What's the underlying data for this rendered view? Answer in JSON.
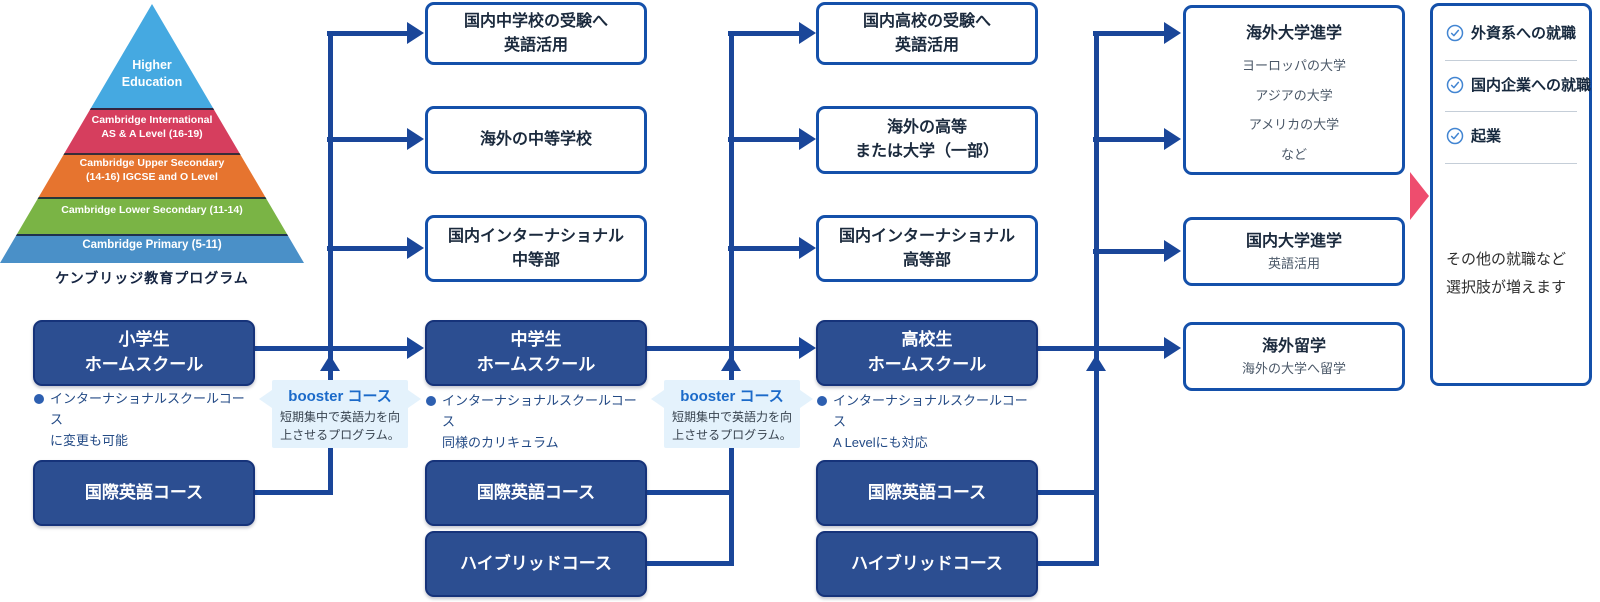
{
  "pyramid": {
    "caption": "ケンブリッジ教育プログラム",
    "levels": [
      {
        "line1": "Higher",
        "line2": "Education",
        "color": "#45a9e1"
      },
      {
        "line1": "Cambridge International",
        "line2": "AS & A Level (16-19)",
        "color": "#d63e5e"
      },
      {
        "line1": "Cambridge Upper Secondary",
        "line2": "(14-16) IGCSE and O Level",
        "color": "#e6742f"
      },
      {
        "line1": "Cambridge Lower Secondary (11-14)",
        "line2": "",
        "color": "#7ab445"
      },
      {
        "line1": "Cambridge Primary (5-11)",
        "line2": "",
        "color": "#4a90c8"
      }
    ]
  },
  "stage1": {
    "homeschool": {
      "line1": "小学生",
      "line2": "ホームスクール"
    },
    "note": {
      "line1": "インターナショナルスクールコース",
      "line2": "に変更も可能"
    },
    "course_intl": "国際英語コース"
  },
  "stage2": {
    "outcomes": [
      {
        "line1": "国内中学校の受験へ",
        "line2": "英語活用"
      },
      {
        "line1": "海外の中等学校",
        "line2": ""
      },
      {
        "line1": "国内インターナショナル",
        "line2": "中等部"
      }
    ],
    "homeschool": {
      "line1": "中学生",
      "line2": "ホームスクール"
    },
    "note": {
      "line1": "インターナショナルスクールコース",
      "line2": "同様のカリキュラム"
    },
    "course_intl": "国際英語コース",
    "course_hybrid": "ハイブリッドコース"
  },
  "stage3": {
    "outcomes": [
      {
        "line1": "国内高校の受験へ",
        "line2": "英語活用"
      },
      {
        "line1": "海外の高等",
        "line2": "または大学（一部）"
      },
      {
        "line1": "国内インターナショナル",
        "line2": "高等部"
      }
    ],
    "homeschool": {
      "line1": "高校生",
      "line2": "ホームスクール"
    },
    "note": {
      "line1": "インターナショナルスクールコース",
      "line2": "A Levelにも対応"
    },
    "course_intl": "国際英語コース",
    "course_hybrid": "ハイブリッドコース"
  },
  "final_outcomes": {
    "abroad_univ": {
      "title": "海外大学進学",
      "items": [
        "ヨーロッパの大学",
        "アジアの大学",
        "アメリカの大学",
        "など"
      ]
    },
    "domestic_univ": {
      "title": "国内大学進学",
      "sub": "英語活用"
    },
    "study_abroad": {
      "title": "海外留学",
      "sub": "海外の大学へ留学"
    }
  },
  "booster": {
    "title": "booster コース",
    "body_line1": "短期集中で英語力を向",
    "body_line2": "上させるプログラム。"
  },
  "careers": {
    "items": [
      "外資系への就職",
      "国内企業への就職",
      "起業"
    ],
    "note_line1": "その他の就職など",
    "note_line2": "選択肢が増えます"
  },
  "colors": {
    "box_blue": "#2c4e91",
    "line_blue": "#1a4699",
    "white_box_border": "#1450aa",
    "booster_bg": "#e4f2fc",
    "booster_title": "#1b6ac9",
    "check_icon": "#4285d2",
    "accent_pink": "#ee4d6e"
  }
}
